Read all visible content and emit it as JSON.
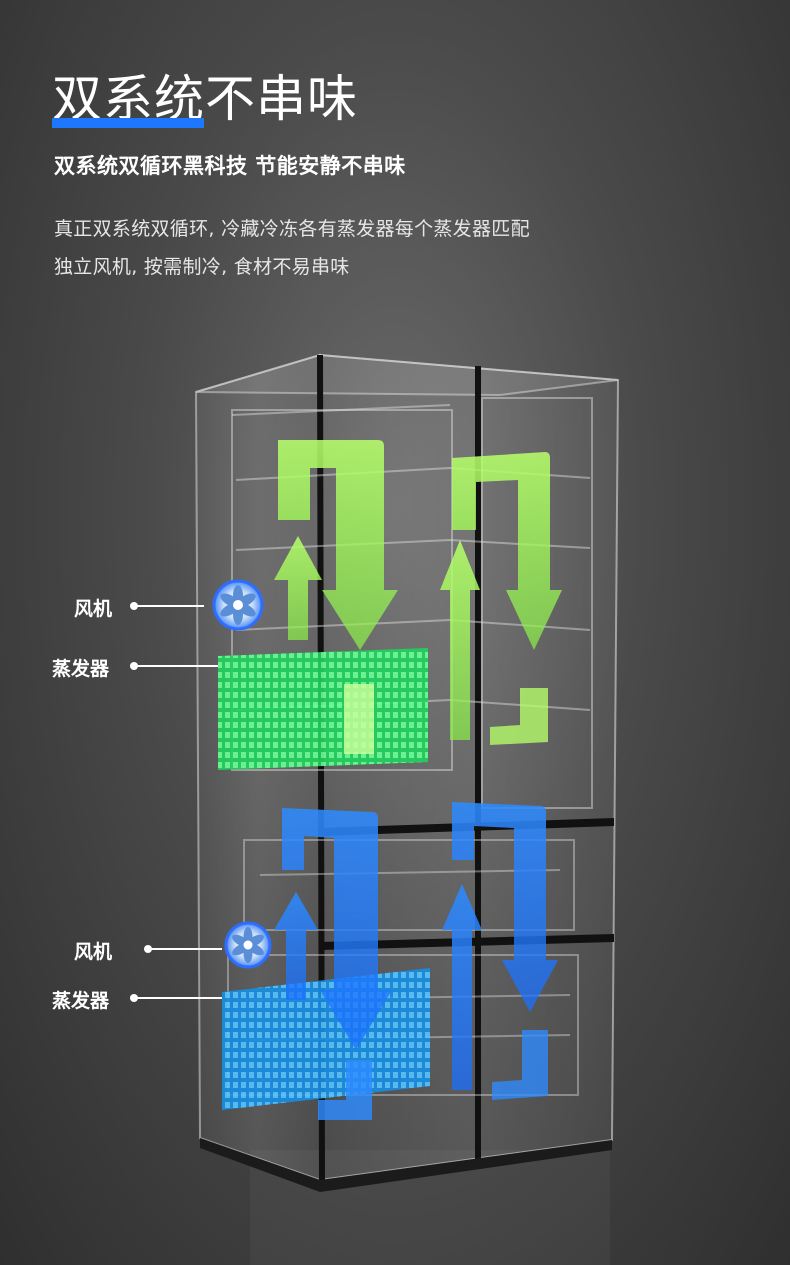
{
  "header": {
    "title": "双系统不串味",
    "subtitle": "双系统双循环黑科技 节能安静不串味",
    "description_line1": "真正双系统双循环, 冷藏冷冻各有蒸发器每个蒸发器匹配",
    "description_line2": "独立风机, 按需制冷, 食材不易串味"
  },
  "callouts": {
    "upper_fan": "风机",
    "upper_evaporator": "蒸发器",
    "lower_fan": "风机",
    "lower_evaporator": "蒸发器"
  },
  "colors": {
    "accent_blue": "#1e78ff",
    "airflow_green": "#9dff5a",
    "airflow_blue": "#2e8bff",
    "evaporator_green": "#2ee06a",
    "evaporator_blue": "#1aa6ff"
  },
  "icons": {
    "fan": "fan-icon",
    "arrow_up": "arrow-up-icon",
    "arrow_down": "arrow-down-icon"
  }
}
